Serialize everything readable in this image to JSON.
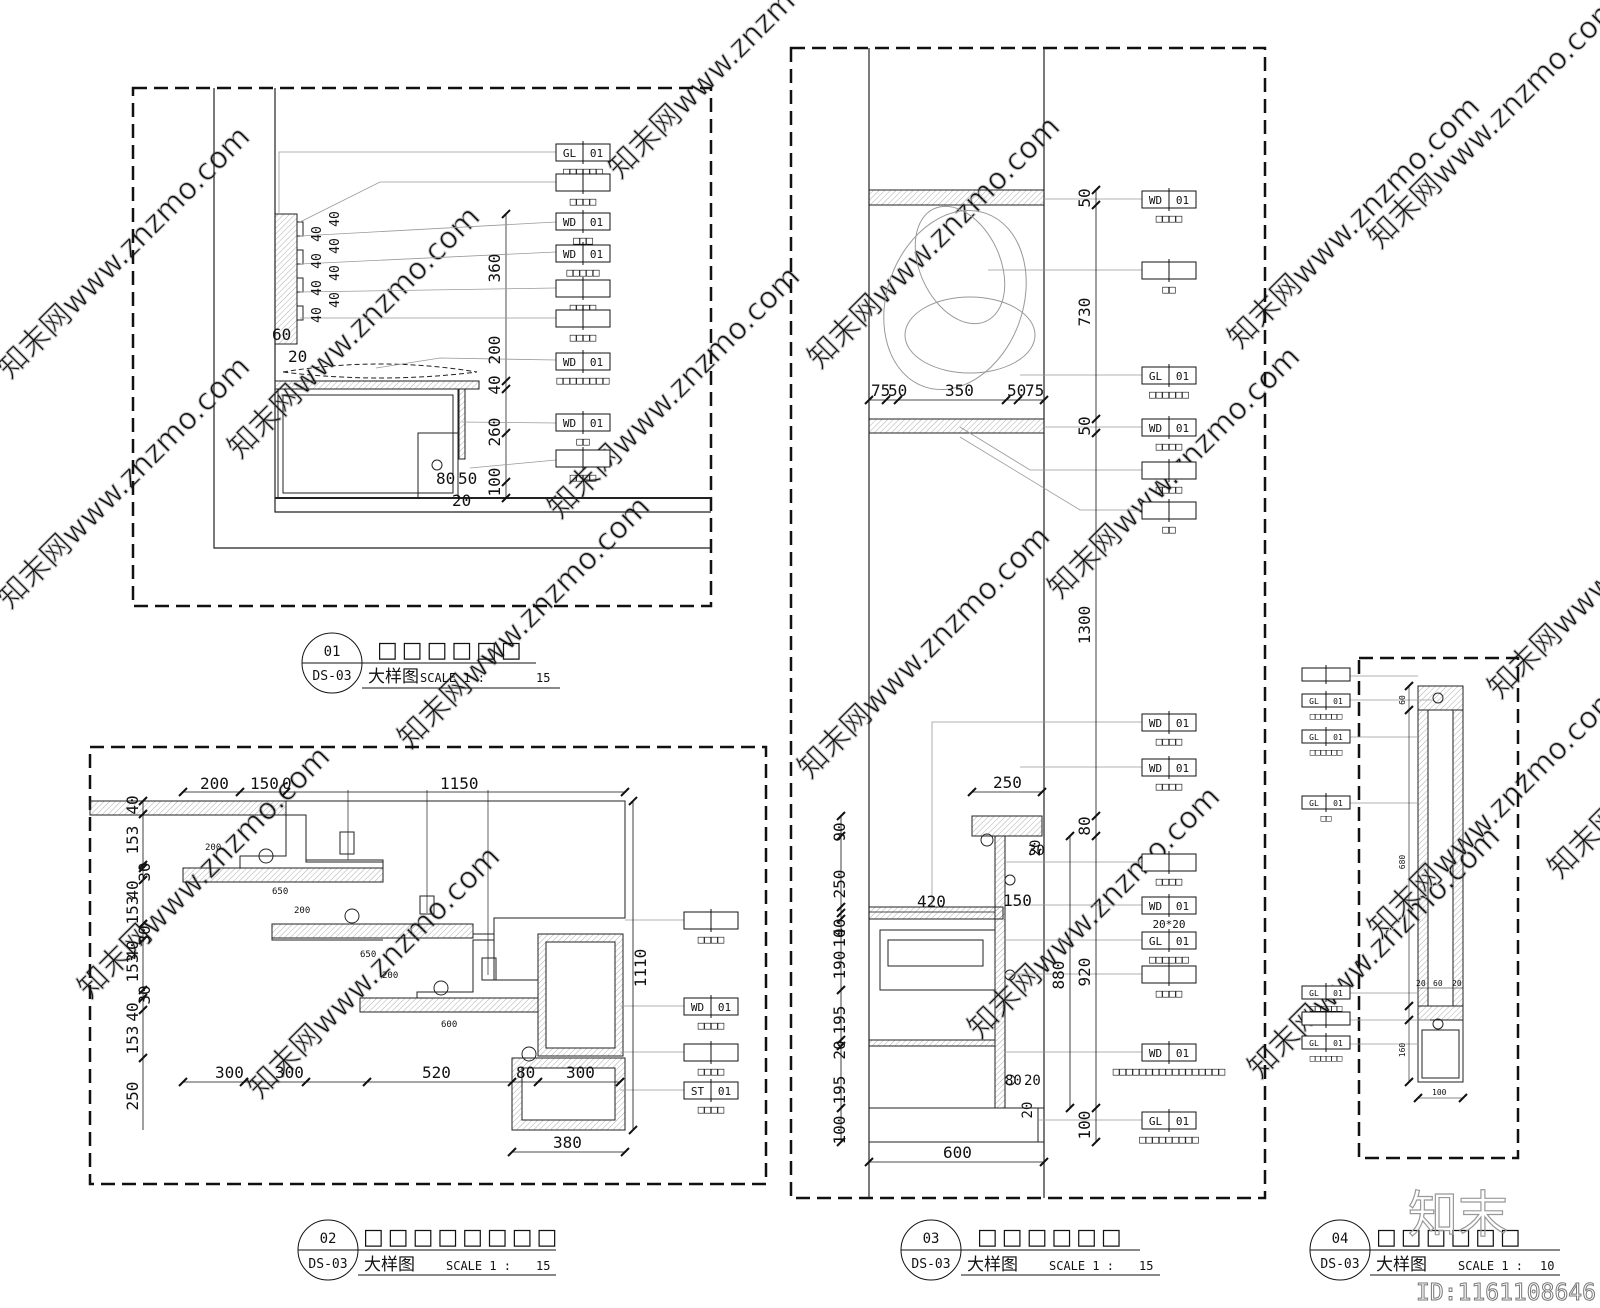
{
  "sheet": {
    "footer_id": "ID:1161108646",
    "footer_logo": "知末"
  },
  "watermarks": {
    "text": "知末网www.znzmo.com"
  },
  "panels": [
    {
      "number": "01",
      "sheet_ref": "DS-03",
      "title_placeholder": "□□□□□□",
      "type": "大样图",
      "scale_label": "SCALE 1 :",
      "scale_value": "15",
      "dimensions": [
        "360",
        "200",
        "40",
        "260",
        "100",
        "60",
        "20",
        "80",
        "50",
        "20",
        "40",
        "40",
        "40",
        "40",
        "40",
        "40",
        "40",
        "40"
      ],
      "tags": [
        {
          "code": "GL",
          "num": "01",
          "note": "□□□□□□"
        },
        {
          "code": "",
          "num": "",
          "note": "□□□□"
        },
        {
          "code": "WD",
          "num": "01",
          "note": "□□□"
        },
        {
          "code": "WD",
          "num": "01",
          "note": "□□□□□"
        },
        {
          "code": "",
          "num": "",
          "note": "□□□□"
        },
        {
          "code": "",
          "num": "",
          "note": "□□□□"
        },
        {
          "code": "WD",
          "num": "01",
          "note": "□□□□□□□□"
        },
        {
          "code": "WD",
          "num": "01",
          "note": "□□"
        },
        {
          "code": "",
          "num": "",
          "note": "□□□□"
        }
      ]
    },
    {
      "number": "02",
      "sheet_ref": "DS-03",
      "title_placeholder": "□□□□□□□□",
      "type": "大样图",
      "scale_label": "SCALE 1 :",
      "scale_value": "15",
      "dimensions_top": [
        "200",
        "150",
        "0",
        "1150"
      ],
      "dimensions_left": [
        "40",
        "153",
        "30",
        "40",
        "153",
        "30",
        "40",
        "153",
        "30",
        "40",
        "153",
        "250"
      ],
      "dimensions_bottom": [
        "300",
        "300",
        "520",
        "80",
        "300",
        "380"
      ],
      "dimensions_right": [
        "1110"
      ],
      "shelf_labels": [
        "200",
        "650",
        "200",
        "650",
        "200",
        "600"
      ],
      "tags": [
        {
          "code": "",
          "num": "",
          "note": "□□□□"
        },
        {
          "code": "WD",
          "num": "01",
          "note": "□□□□"
        },
        {
          "code": "",
          "num": "",
          "note": "□□□□"
        },
        {
          "code": "ST",
          "num": "01",
          "note": "□□□□"
        }
      ]
    },
    {
      "number": "03",
      "sheet_ref": "DS-03",
      "title_placeholder": "□□□□□□",
      "type": "大样图",
      "scale_label": "SCALE 1 :",
      "scale_value": "15",
      "dimensions_right": [
        "50",
        "730",
        "50",
        "1300",
        "80",
        "920",
        "880",
        "100"
      ],
      "dimensions_mid": [
        "75",
        "50",
        "350",
        "50",
        "75"
      ],
      "dimensions_left": [
        "90",
        "250",
        "40",
        "10",
        "190",
        "195",
        "20",
        "195",
        "100"
      ],
      "dimensions_misc": [
        "250",
        "420",
        "150",
        "600",
        "20",
        "30",
        "80",
        "20",
        "20",
        "20*20"
      ],
      "tags": [
        {
          "code": "WD",
          "num": "01",
          "note": "□□□□"
        },
        {
          "code": "",
          "num": "",
          "note": "□□"
        },
        {
          "code": "GL",
          "num": "01",
          "note": "□□□□□□"
        },
        {
          "code": "WD",
          "num": "01",
          "note": "□□□□"
        },
        {
          "code": "",
          "num": "",
          "note": "□□□□"
        },
        {
          "code": "",
          "num": "",
          "note": "□□"
        },
        {
          "code": "WD",
          "num": "01",
          "note": "□□□□"
        },
        {
          "code": "WD",
          "num": "01",
          "note": "□□□□"
        },
        {
          "code": "",
          "num": "",
          "note": "□□□□"
        },
        {
          "code": "WD",
          "num": "01",
          "note": "20*20"
        },
        {
          "code": "GL",
          "num": "01",
          "note": "□□□□□□"
        },
        {
          "code": "",
          "num": "",
          "note": "□□□□"
        },
        {
          "code": "WD",
          "num": "01",
          "note": "□□□□□□□□□□□□□□□□□"
        },
        {
          "code": "GL",
          "num": "01",
          "note": "□□□□□□□□□"
        }
      ]
    },
    {
      "number": "04",
      "sheet_ref": "DS-03",
      "title_placeholder": "□□□□□□",
      "type": "大样图",
      "scale_label": "SCALE 1 :",
      "scale_value": "10",
      "dimensions": [
        "60",
        "680",
        "20",
        "60",
        "20",
        "160",
        "100"
      ],
      "tags": [
        {
          "code": "",
          "num": "",
          "note": ""
        },
        {
          "code": "GL",
          "num": "01",
          "note": "□□□□□□"
        },
        {
          "code": "GL",
          "num": "01",
          "note": "□□□□□□"
        },
        {
          "code": "GL",
          "num": "01",
          "note": "□□"
        },
        {
          "code": "GL",
          "num": "01",
          "note": "□□□□□□"
        },
        {
          "code": "",
          "num": "",
          "note": ""
        },
        {
          "code": "GL",
          "num": "01",
          "note": "□□□□□□"
        }
      ]
    }
  ]
}
